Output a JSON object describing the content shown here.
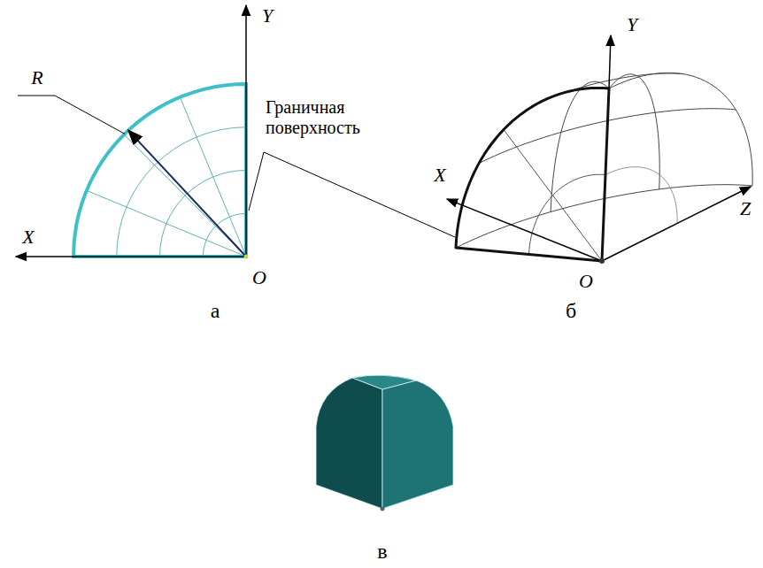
{
  "diagram": {
    "labels": [
      "R",
      "Y",
      "X",
      "O",
      "Граничная поверхность",
      "а",
      "Y",
      "X",
      "Z",
      "O",
      "б",
      "в"
    ]
  }
}
